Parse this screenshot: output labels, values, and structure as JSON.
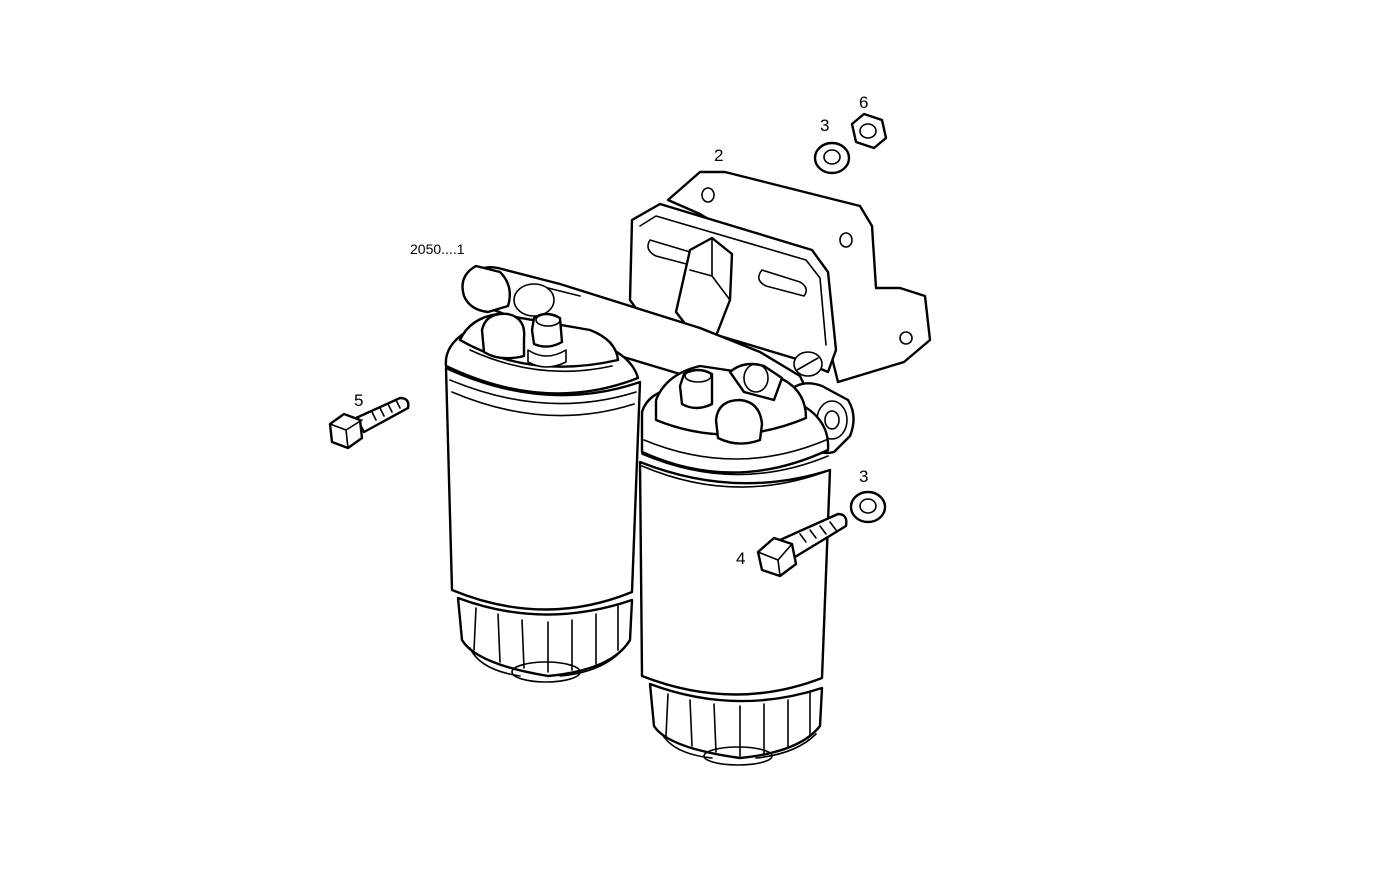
{
  "diagram": {
    "callouts": {
      "assembly": "2050....1",
      "bracket": "2",
      "washer_top": "3",
      "nut_top": "6",
      "bolt_left": "5",
      "washer_right": "3",
      "bolt_right": "4"
    }
  }
}
